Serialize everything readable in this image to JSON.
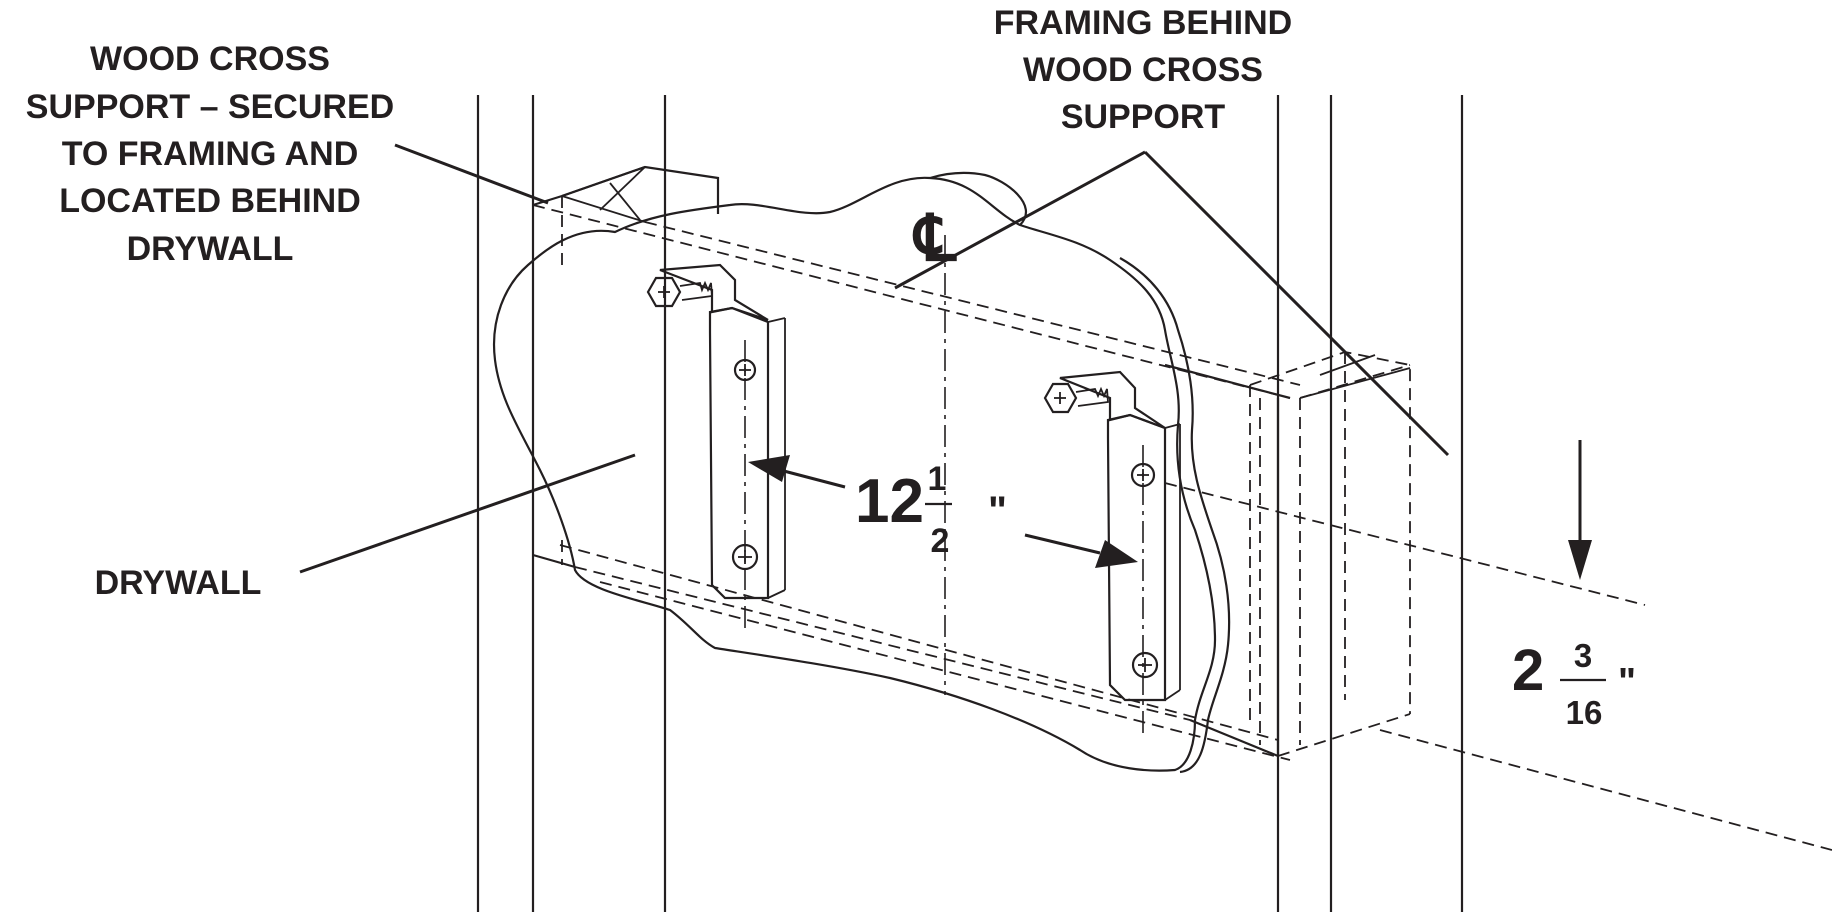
{
  "labels": {
    "wood_cross_support": [
      "WOOD CROSS",
      "SUPPORT – SECURED",
      "TO FRAMING AND",
      "LOCATED BEHIND",
      "DRYWALL"
    ],
    "framing_behind": [
      "FRAMING BEHIND",
      "WOOD CROSS",
      "SUPPORT"
    ],
    "drywall": "DRYWALL",
    "centerline_symbol": "℄"
  },
  "dimensions": {
    "bracket_spacing": {
      "whole": "12",
      "numerator": "1",
      "denominator": "2",
      "unit": "\""
    },
    "height_offset": {
      "whole": "2",
      "numerator": "3",
      "denominator": "16",
      "unit": "\""
    }
  },
  "colors": {
    "ink": "#231f20",
    "background": "#ffffff"
  }
}
